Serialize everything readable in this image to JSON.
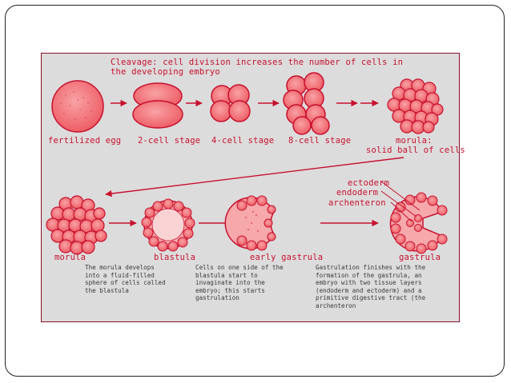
{
  "title_line1": "Cleavage: cell division increases the number of cells in",
  "title_line2": "the developing embryo",
  "stages_row1": {
    "fertilized_egg": "fertilized egg",
    "two_cell": "2-cell stage",
    "four_cell": "4-cell stage",
    "eight_cell": "8-cell stage",
    "morula_line1": "morula:",
    "morula_line2": "solid ball of cells"
  },
  "stages_row2": {
    "morula": "morula",
    "blastula": "blastula",
    "early_gastrula": "early gastrula",
    "gastrula": "gastrula"
  },
  "gastrula_labels": {
    "ectoderm": "ectoderm",
    "endoderm": "endoderm",
    "archenteron": "archenteron"
  },
  "captions": {
    "morula_desc": "The morula develops\ninto a fluid-filled\nsphere of cells called\nthe blastula",
    "blastula_desc": "Cells on one side of the\nblastula start to\ninvaginate into the\nembryo; this starts\ngastrulation",
    "gastrula_desc": "Gastrulation finishes with the\nformation of the gastrula, an\nembryo with two tissue layers\n(endoderm and ectoderm) and a\nprimitive digestive tract (the\narchenteron"
  },
  "colors": {
    "cell_fill": "#f26d73",
    "cell_stroke": "#c8102e",
    "label_text": "#c8102e",
    "caption_text": "#3a3a3a",
    "figure_bg": "#dcdcdc"
  }
}
